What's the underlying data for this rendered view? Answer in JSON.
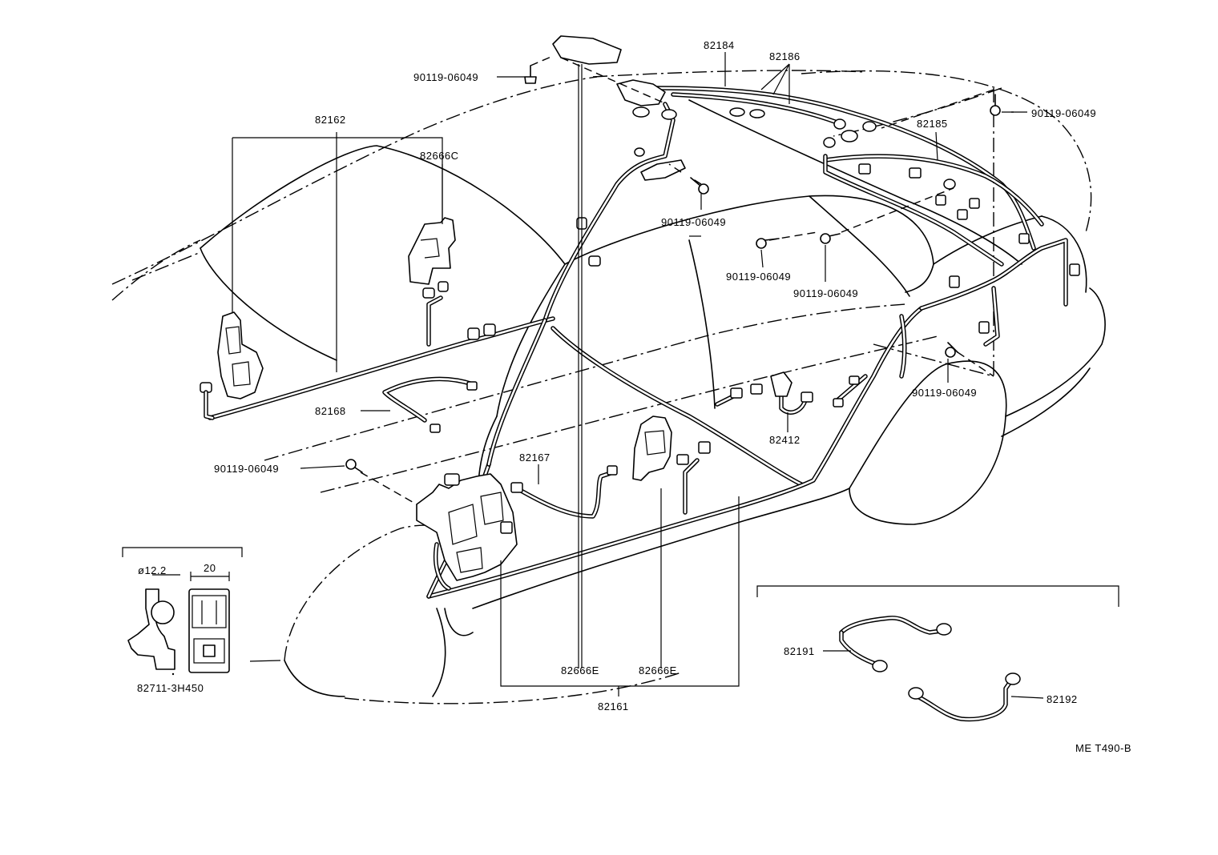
{
  "labels": {
    "p82184": "82184",
    "p82186": "82186",
    "p82162": "82162",
    "p82666c": "82666C",
    "p82185": "82185",
    "p82168": "82168",
    "p82167": "82167",
    "p82412": "82412",
    "p82666e_a": "82666E",
    "p82666e_b": "82666E",
    "p82161": "82161",
    "p82191": "82191",
    "p82192": "82192",
    "p827113h450": "82711-3H450",
    "bolt_top_left": "90119-06049",
    "bolt_top_right": "90119-06049",
    "bolt_center": "90119-06049",
    "bolt_mid_a": "90119-06049",
    "bolt_mid_b": "90119-06049",
    "bolt_right": "90119-06049",
    "bolt_left": "90119-06049"
  },
  "clip_detail": {
    "diameter_label": "ø12.2",
    "width_label": "20"
  },
  "ref_code": "ME T490-B"
}
